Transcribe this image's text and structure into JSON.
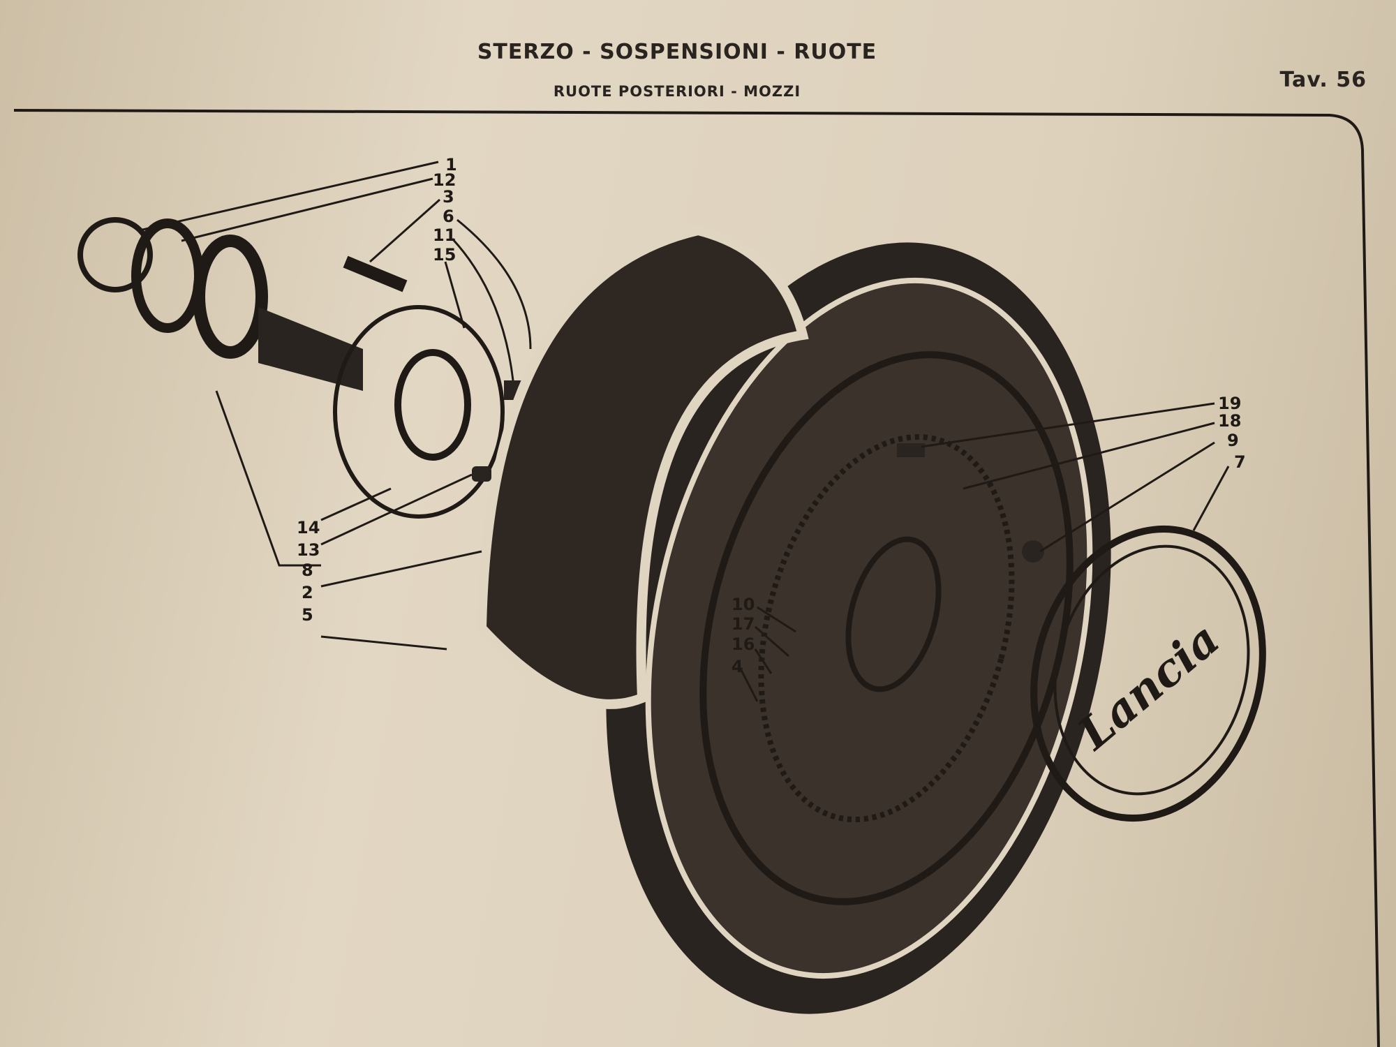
{
  "header": {
    "title": "STERZO - SOSPENSIONI - RUOTE",
    "subtitle": "RUOTE POSTERIORI - MOZZI",
    "plate": "Tav. 56"
  },
  "hubcap_logo": "Lancia",
  "labels": {
    "l1": "1",
    "l12": "12",
    "l3": "3",
    "l6": "6",
    "l11": "11",
    "l15": "15",
    "l14": "14",
    "l13": "13",
    "l8": "8",
    "l2": "2",
    "l5": "5",
    "l19": "19",
    "l18": "18",
    "l9": "9",
    "l7": "7",
    "l10": "10",
    "l17": "17",
    "l16": "16",
    "l4": "4"
  }
}
